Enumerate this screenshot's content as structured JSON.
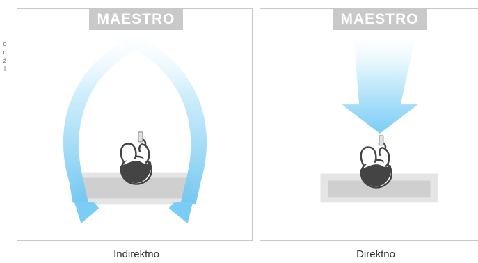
{
  "side_text": "o\nn\nž\ni",
  "panels": [
    {
      "brand": "MAESTRO",
      "caption": "Indirektno"
    },
    {
      "brand": "MAESTRO",
      "caption": "Direktno"
    }
  ],
  "colors": {
    "frame": "#c8c8c8",
    "brand_bg": "#c9c9c9",
    "airflow_light": "#eaf6fd",
    "airflow_dark": "#7fcdf3",
    "bed": "#d9d9d9",
    "person_outline": "#444444"
  }
}
